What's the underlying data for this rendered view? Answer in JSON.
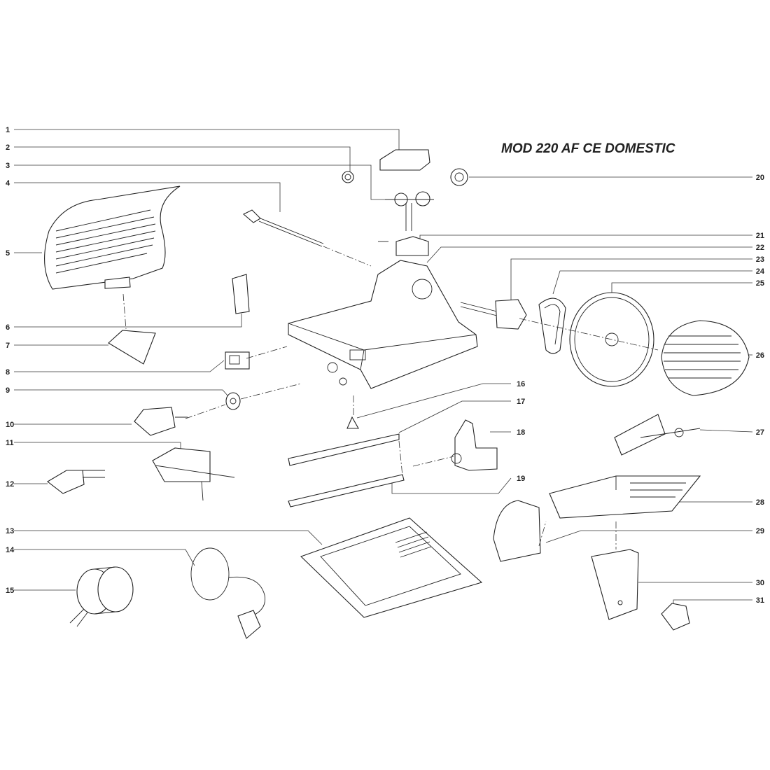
{
  "title": "MOD 220 AF CE DOMESTIC",
  "callouts": [
    "1",
    "2",
    "3",
    "4",
    "5",
    "6",
    "7",
    "8",
    "9",
    "10",
    "11",
    "12",
    "13",
    "14",
    "15",
    "16",
    "17",
    "18",
    "19",
    "20",
    "21",
    "22",
    "23",
    "24",
    "25",
    "26",
    "27",
    "28",
    "29",
    "30",
    "31"
  ]
}
